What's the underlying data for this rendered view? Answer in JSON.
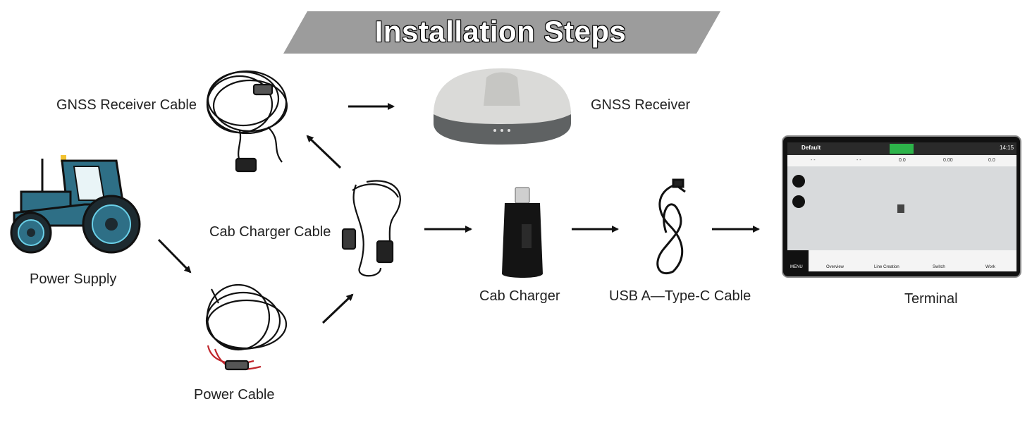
{
  "title": "Installation Steps",
  "nodes": {
    "gnss_receiver_cable": "GNSS Receiver Cable",
    "gnss_receiver": "GNSS Receiver",
    "power_supply": "Power Supply",
    "cab_charger_cable": "Cab Charger Cable",
    "cab_charger": "Cab Charger",
    "usb_cable": "USB A—Type-C Cable",
    "terminal": "Terminal",
    "power_cable": "Power Cable"
  },
  "terminal_screen": {
    "profile": "Default",
    "time": "14:15",
    "status_values": [
      "- -",
      "- -",
      "0.0",
      "0.00",
      "0.0"
    ],
    "menu_items": [
      "MENU",
      "Overview",
      "Line Creation",
      "Switch",
      "Work"
    ]
  },
  "colors": {
    "banner": "#9c9c9c",
    "tractor": "#2e6f86",
    "arrow": "#111111",
    "screen_accent": "#2db34a"
  }
}
